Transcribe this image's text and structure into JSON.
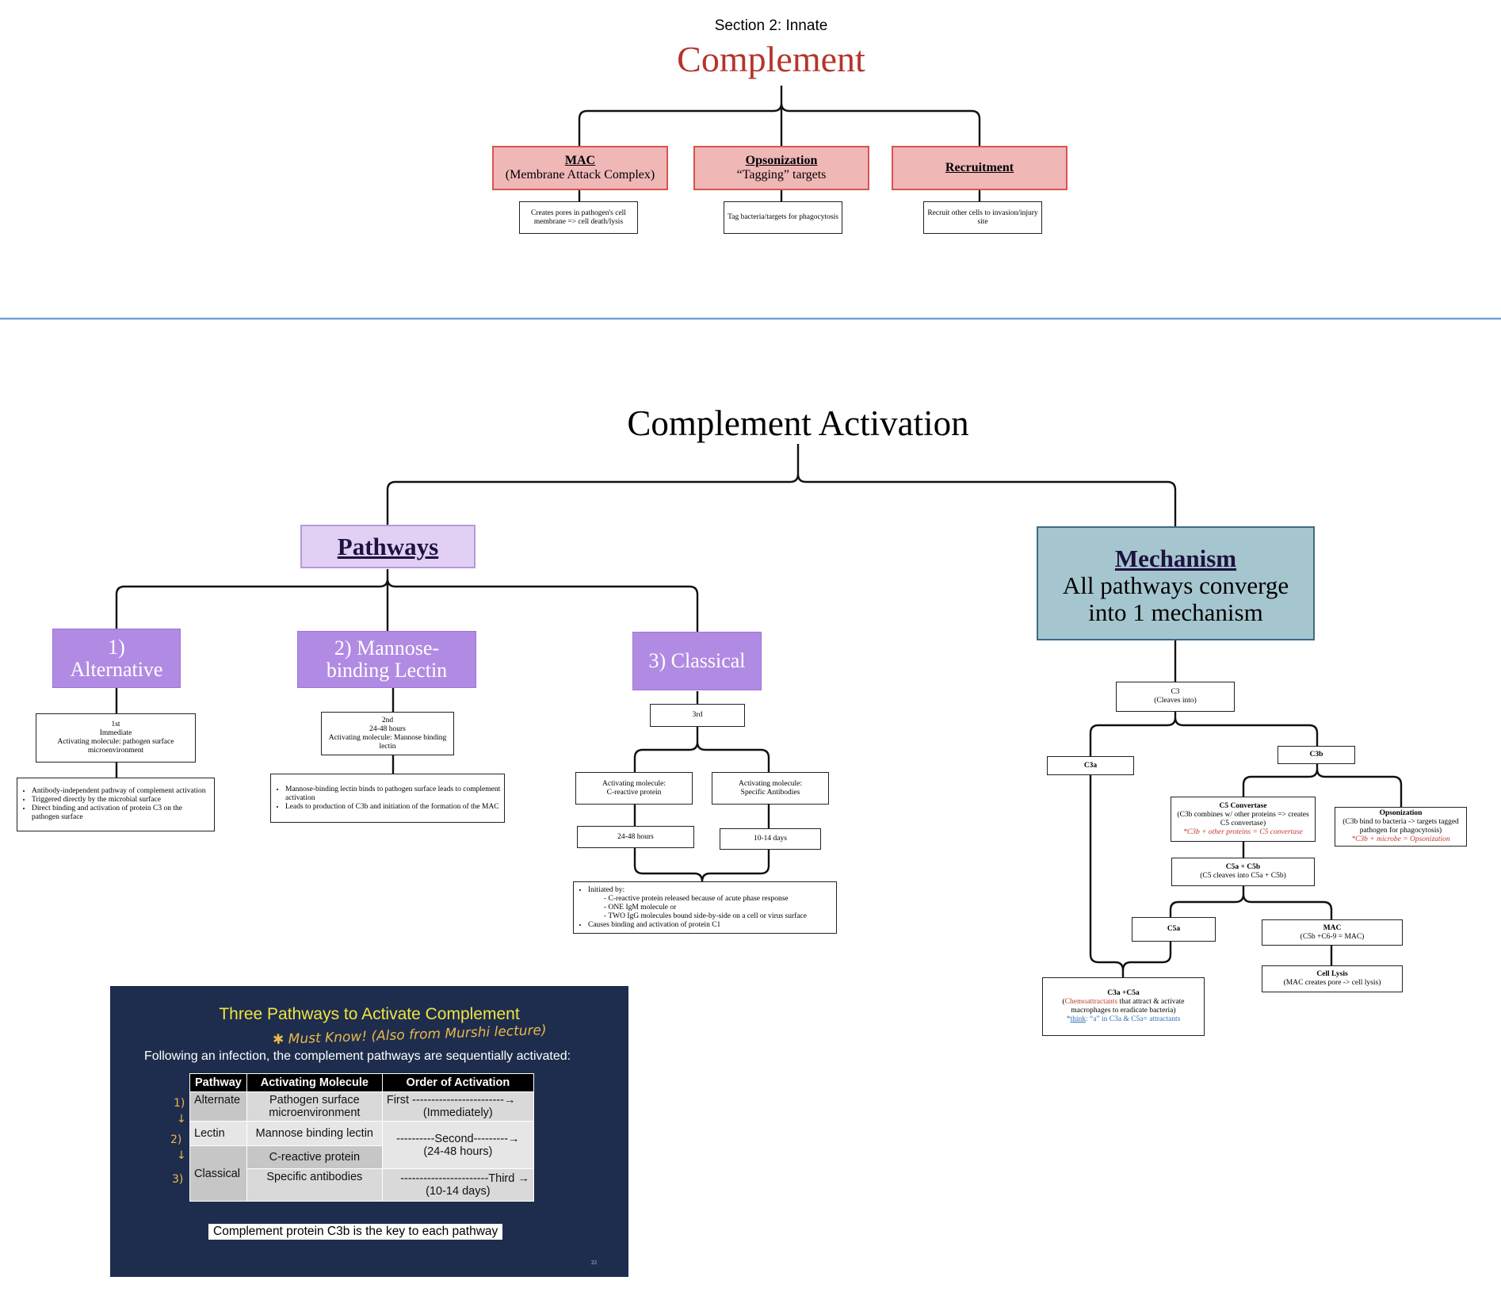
{
  "top": {
    "section": "Section 2: Innate",
    "title": "Complement",
    "cards": [
      {
        "heading": "MAC",
        "subheading": "(Membrane Attack Complex)",
        "note": "Creates pores in pathogen's cell membrane => cell death/lysis"
      },
      {
        "heading": "Opsonization",
        "subheading": "“Tagging” targets",
        "note": "Tag bacteria/targets for phagocytosis"
      },
      {
        "heading": "Recruitment",
        "subheading": "",
        "note": "Recruit other cells to invasion/injury site"
      }
    ]
  },
  "activation": {
    "title": "Complement Activation",
    "pathways": {
      "heading": "Pathways",
      "items": [
        {
          "label_line1": "1)",
          "label_line2": "Alternative",
          "summary": [
            "1st",
            "Immediate",
            "Activating molecule: pathogen surface microenvironment"
          ],
          "detail": [
            "Antibody-independent pathway of complement activation",
            "Triggered directly by the microbial surface",
            "Direct binding and activation of protein C3 on the pathogen surface"
          ]
        },
        {
          "label_line1": "2) Mannose-",
          "label_line2": "binding Lectin",
          "summary": [
            "2nd",
            "24-48 hours",
            "Activating molecule: Mannose binding lectin"
          ],
          "detail": [
            "Mannose-binding lectin binds to pathogen surface leads to complement activation",
            "Leads to production of C3b and initiation of the formation of the MAC"
          ]
        },
        {
          "label_line1": "3) Classical",
          "label_line2": "",
          "summary": [
            "3rd"
          ],
          "branches": [
            {
              "molecule_line1": "Activating molecule:",
              "molecule_line2": "C-reactive protein",
              "time": "24-48 hours"
            },
            {
              "molecule_line1": "Activating molecule:",
              "molecule_line2": "Specific Antibodies",
              "time": "10-14 days"
            }
          ],
          "detail": {
            "head": "Initiated by:",
            "subs": [
              "- C-reactive protein released because of acute phase response",
              "- ONE IgM molecule or",
              "- TWO IgG molecules bound side-by-side on a cell or virus surface"
            ],
            "tail": "Causes binding and activation of protein C1"
          }
        }
      ]
    },
    "mechanism": {
      "heading": "Mechanism",
      "line1": "All pathways converge",
      "line2": "into 1 mechanism",
      "c3": {
        "title": "C3",
        "sub": "(Cleaves into)"
      },
      "c3a": "C3a",
      "c3b": "C3b",
      "c5_convertase": {
        "title": "C5 Convertase",
        "desc": "(C3b combines w/ other proteins => creates C5 convertase)",
        "note": "*C3b + other proteins = C5 convertase"
      },
      "opsonization": {
        "title": "Opsonization",
        "desc": "(C3b bind to bacteria -> targets tagged pathogen for phagocytosis)",
        "note": "*C3b + microbe = Opsonization"
      },
      "c5a_c5b": {
        "title": "C5a + C5b",
        "desc": "(C5 cleaves into C5a + C5b)"
      },
      "c5a": "C5a",
      "mac": {
        "title": "MAC",
        "desc": "(C5b +C6-9 = MAC)"
      },
      "cell_lysis": {
        "title": "Cell Lysis",
        "desc": "(MAC creates pore -> cell lysis)"
      },
      "c3a_c5a": {
        "title": "C3a +C5a",
        "desc_red": "Chemoattractants",
        "desc_rest": " that attract & activate macrophages to eradicate bacteria)",
        "desc_open": "(",
        "hint_link": "think",
        "hint_rest": ": “a” in C3a & C5a= attractants",
        "hint_star": "*"
      }
    }
  },
  "slide": {
    "title": "Three Pathways to Activate Complement",
    "handwritten_note": "✱ Must Know! (Also from Murshi lecture)",
    "intro": "Following an infection, the complement pathways are sequentially activated:",
    "headers": [
      "Pathway",
      "Activating Molecule",
      "Order of Activation"
    ],
    "rows": {
      "alternate": {
        "pathway": "Alternate",
        "molecule": "Pathogen surface microenvironment",
        "order_1": "First ------------------------→",
        "order_2": "(Immediately)"
      },
      "lectin": {
        "pathway": "Lectin",
        "molecule": "Mannose binding lectin",
        "order_1": "----------Second---------→",
        "order_2": "(24-48 hours)"
      },
      "classical": {
        "pathway": "Classical",
        "molecule_1": "C-reactive protein",
        "molecule_2": "Specific antibodies",
        "order_1": "-----------------------Third →",
        "order_2": "(10-14 days)"
      }
    },
    "handwritten_marks": [
      "1)",
      "2)",
      "3)"
    ],
    "footer": "Complement protein C3b is the key to each pathway",
    "page_number": "22"
  },
  "colors": {
    "title_red": "#b5342b",
    "pink_fill": "#f0b7b7",
    "pink_border": "#d9534f",
    "purple_fill": "#b18be3",
    "lavender_fill": "#e1d0f3",
    "teal_fill": "#a6c6cf",
    "divider_blue": "#6f9fd8",
    "slide_bg": "#1e2d4d"
  }
}
